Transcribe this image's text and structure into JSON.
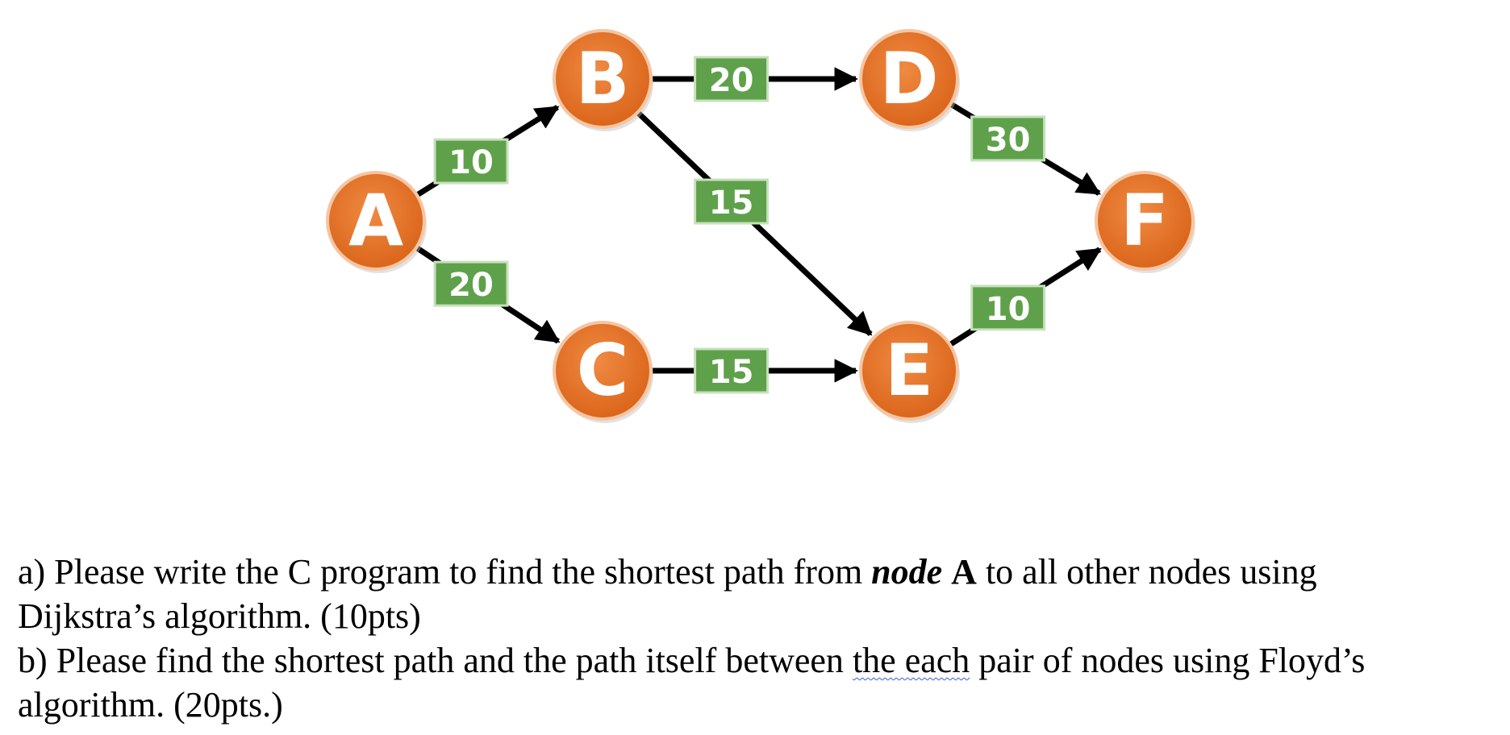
{
  "diagram": {
    "colors": {
      "node_fill": "#e97a33",
      "node_fill_dark": "#d35f19",
      "node_border": "#f5c6a2",
      "weight_fill": "#5ea14a",
      "weight_border": "#c8e0bd",
      "edge": "#000000"
    },
    "nodes": [
      {
        "id": "A",
        "label": "A"
      },
      {
        "id": "B",
        "label": "B"
      },
      {
        "id": "C",
        "label": "C"
      },
      {
        "id": "D",
        "label": "D"
      },
      {
        "id": "E",
        "label": "E"
      },
      {
        "id": "F",
        "label": "F"
      }
    ],
    "edges": [
      {
        "from": "A",
        "to": "B",
        "weight": "10"
      },
      {
        "from": "A",
        "to": "C",
        "weight": "20"
      },
      {
        "from": "B",
        "to": "D",
        "weight": "20"
      },
      {
        "from": "B",
        "to": "E",
        "weight": "15"
      },
      {
        "from": "C",
        "to": "E",
        "weight": "15"
      },
      {
        "from": "D",
        "to": "F",
        "weight": "30"
      },
      {
        "from": "E",
        "to": "F",
        "weight": "10"
      }
    ]
  },
  "question": {
    "part_a": {
      "pre": "a) Please write the C program to find the shortest path from ",
      "node_word": "node",
      "space": " ",
      "node_name": "A",
      "post": " to all other nodes using",
      "line2": "Dijkstra’s algorithm. (10pts)"
    },
    "part_b": {
      "pre": "b) Please find the shortest path and the path itself between ",
      "flagged": "the each",
      "post": " pair of nodes using Floyd’s",
      "line2": "algorithm. (20pts.)"
    }
  }
}
